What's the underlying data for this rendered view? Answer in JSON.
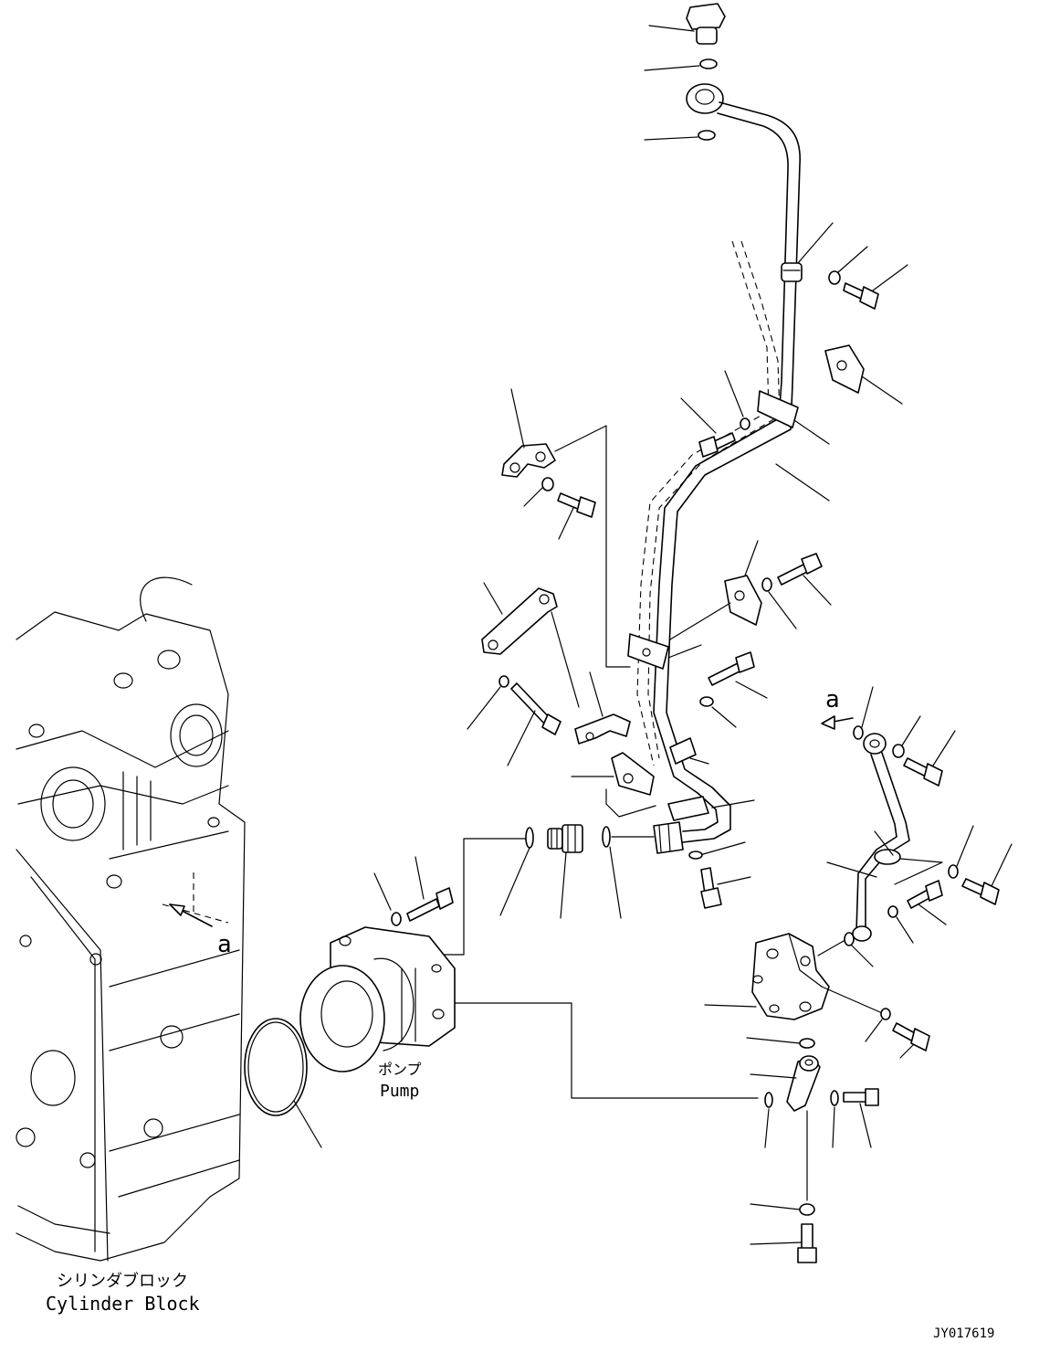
{
  "labels": {
    "pump_jp": "ポンプ",
    "pump_en": "Pump",
    "block_jp": "シリンダブロック",
    "block_en": "Cylinder Block",
    "view_a_1": "a",
    "view_a_2": "a",
    "drawing_id": "JY017619"
  }
}
